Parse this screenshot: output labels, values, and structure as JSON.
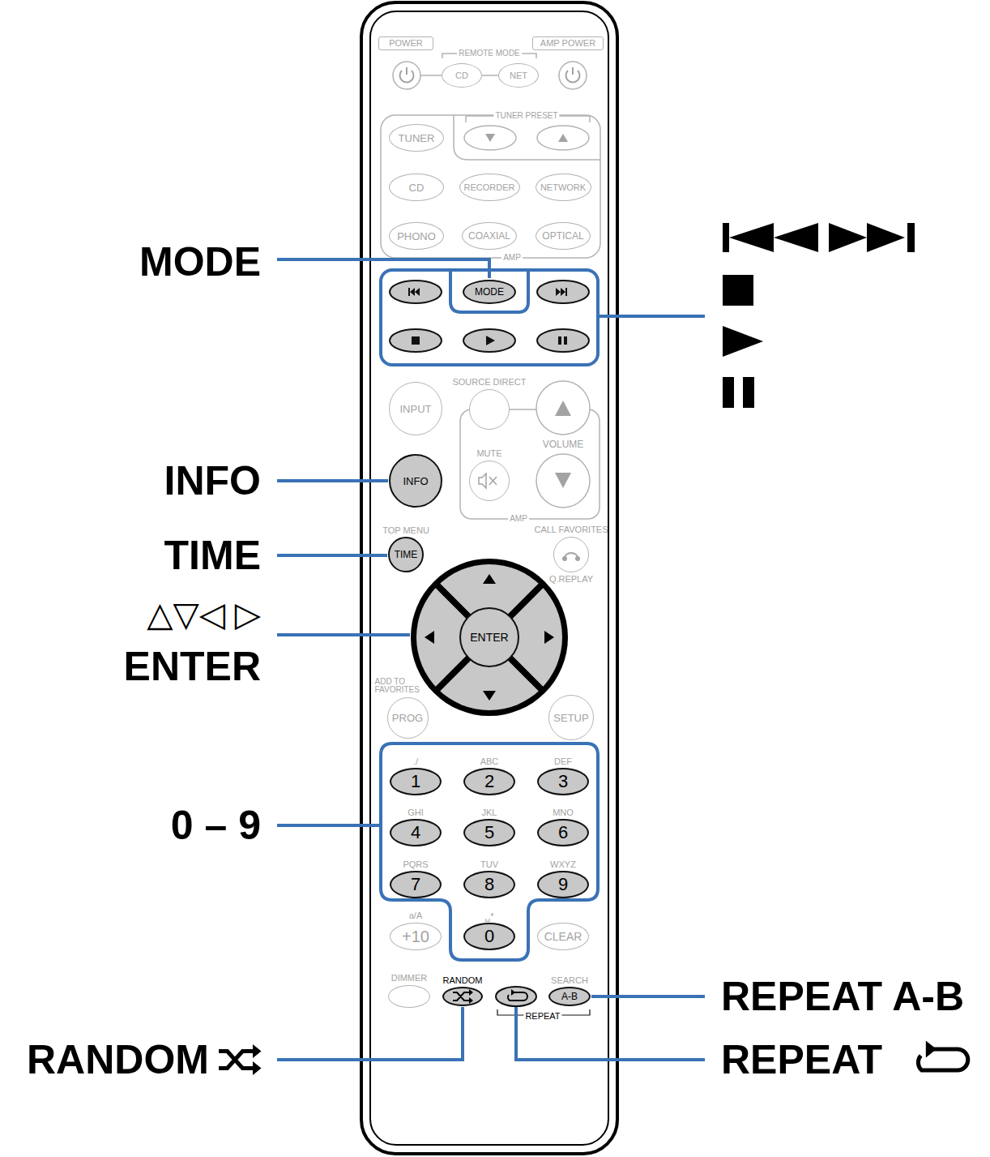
{
  "diagram": {
    "nodes": [
      {
        "text": [
          "POWER"
        ]
      },
      {
        "text": [
          "CD"
        ]
      },
      {
        "text": [
          "NET"
        ]
      },
      {
        "text": [
          "AMP POWER"
        ]
      },
      {
        "text": [
          "TUNER"
        ]
      },
      {
        "text": [
          "CD"
        ]
      },
      {
        "text": [
          "RECORDER"
        ]
      },
      {
        "text": [
          "NETWORK"
        ]
      },
      {
        "text": [
          "PHONO"
        ]
      },
      {
        "text": [
          "COAXIAL"
        ]
      },
      {
        "text": [
          "OPTICAL"
        ]
      },
      {
        "text": [
          "MODE"
        ]
      },
      {
        "text": [
          "SOURCE DIRECT"
        ]
      },
      {
        "text": [
          "INPUT"
        ]
      },
      {
        "text": [
          "MUTE"
        ]
      },
      {
        "text": [
          "INFO"
        ]
      },
      {
        "text": [
          "TOP MENU",
          "TIME"
        ]
      },
      {
        "text": [
          "CALL FAVORITES",
          "Q.REPLAY"
        ]
      },
      {
        "text": [
          "ENTER"
        ]
      },
      {
        "text": [
          "ADD TO FAVORITES",
          "PROG"
        ]
      },
      {
        "text": [
          "SETUP"
        ]
      },
      {
        "text": [
          "./",
          "1"
        ]
      },
      {
        "text": [
          "ABC",
          "2"
        ]
      },
      {
        "text": [
          "DEF",
          "3"
        ]
      },
      {
        "text": [
          "GHI",
          "4"
        ]
      },
      {
        "text": [
          "JKL",
          "5"
        ]
      },
      {
        "text": [
          "MNO",
          "6"
        ]
      },
      {
        "text": [
          "PQRS",
          "7"
        ]
      },
      {
        "text": [
          "TUV",
          "8"
        ]
      },
      {
        "text": [
          "WXYZ",
          "9"
        ]
      },
      {
        "text": [
          "a/A",
          "+10"
        ]
      },
      {
        "text": [
          "␣*",
          "0"
        ]
      },
      {
        "text": [
          "CLEAR"
        ]
      },
      {
        "text": [
          "DIMMER"
        ]
      },
      {
        "text": [
          "RANDOM"
        ]
      },
      {
        "text": [
          "SEARCH",
          "A-B"
        ]
      }
    ],
    "edges": [
      {
        "from": 1,
        "to": 2,
        "arrow": "none"
      }
    ],
    "labels": [
      "REMOTE MODE",
      "TUNER PRESET",
      "AMP",
      "VOLUME",
      "AMP",
      "REPEAT",
      "MODE",
      "INFO",
      "TIME",
      "△▽◁ ▷",
      "ENTER",
      "0 – 9",
      "RANDOM",
      "REPEAT A-B",
      "REPEAT"
    ]
  }
}
